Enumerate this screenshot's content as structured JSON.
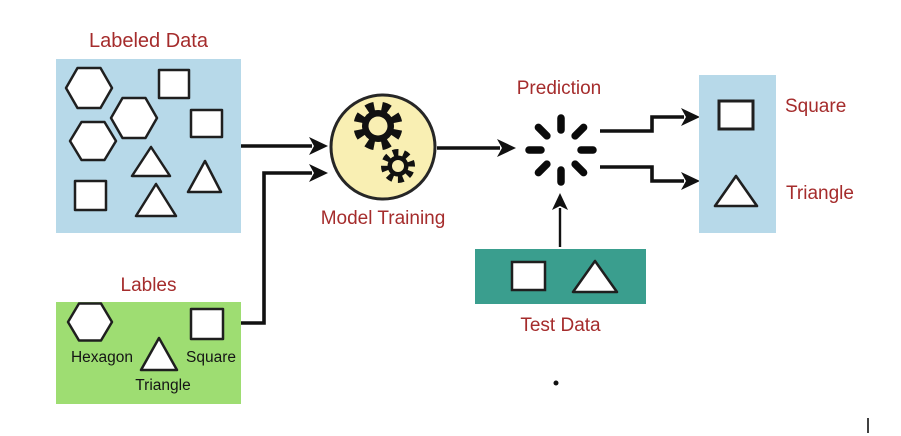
{
  "diagram": {
    "labeled_data": {
      "title": "Labeled Data",
      "shapes": [
        "hexagon",
        "square",
        "hexagon",
        "square",
        "hexagon",
        "triangle",
        "triangle",
        "square",
        "triangle"
      ]
    },
    "labels_box": {
      "title": "Lables",
      "items": [
        {
          "shape": "hexagon",
          "label": "Hexagon"
        },
        {
          "shape": "square",
          "label": "Square"
        },
        {
          "shape": "triangle",
          "label": "Triangle"
        }
      ]
    },
    "model_training": {
      "title": "Model Training",
      "icon": "gears-icon"
    },
    "prediction": {
      "title": "Prediction",
      "icon": "spinner-icon"
    },
    "test_data": {
      "title": "Test Data",
      "shapes": [
        "square",
        "triangle"
      ]
    },
    "outputs": [
      {
        "shape": "square",
        "label": "Square"
      },
      {
        "shape": "triangle",
        "label": "Triangle"
      }
    ]
  },
  "colors": {
    "data_box_blue": "#b7d9e9",
    "labels_box_green": "#9edd72",
    "model_circle_yellow": "#f9efb3",
    "test_data_teal": "#3a9e8e",
    "title_red": "#a52c2c",
    "shape_fill": "#ffffff",
    "shape_stroke": "#1f1f1f",
    "arrow_black": "#111111"
  }
}
